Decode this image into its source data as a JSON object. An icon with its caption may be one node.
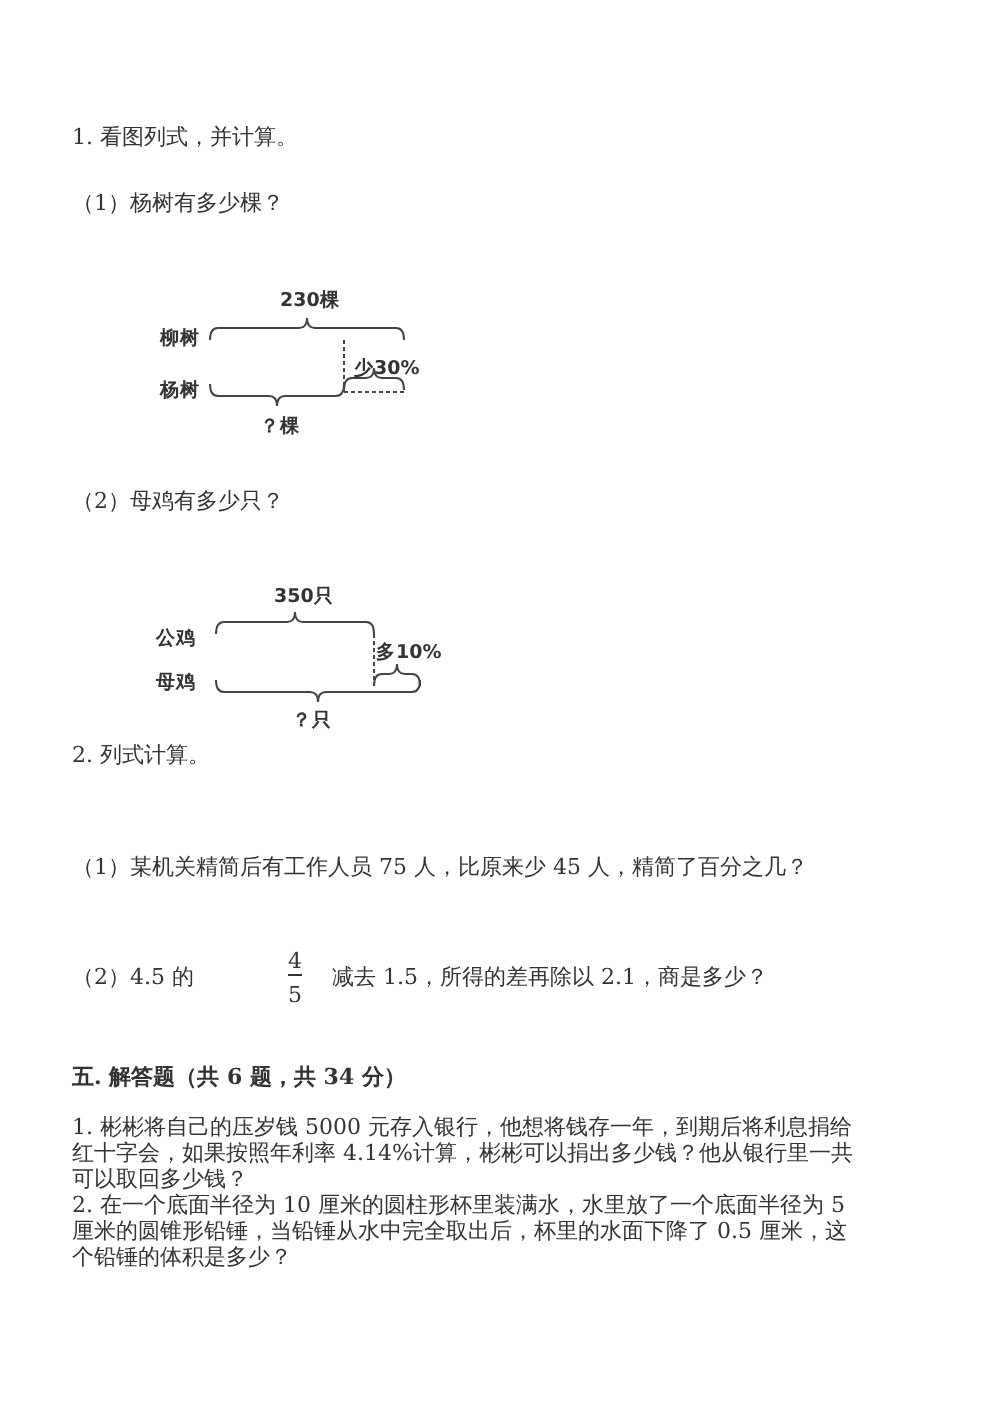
{
  "diagram": {
    "labels": [
      "1. 看图列式，并计算。",
      "（1）杨树有多少棵？",
      "230棵",
      "柳树",
      "少30%",
      "杨树",
      "？棵",
      "（2）母鸡有多少只？",
      "350只",
      "公鸡",
      "多10%",
      "母鸡",
      "？只",
      "2. 列式计算。",
      "（1）某机关精简后有工作人员 75 人，比原来少 45 人，精简了百分之几？",
      "（2）4.5 的",
      "4",
      "5",
      "减去 1.5，所得的差再除以 2.1，商是多少？",
      "五. 解答题（共 6 题，共 34 分）",
      "1. 彬彬将自己的压岁钱 5000 元存入银行，他想将钱存一年，到期后将利息捐给红十字会，如果按照年利率 4.14%计算，彬彬可以捐出多少钱？他从银行里一共可以取回多少钱？",
      "2. 在一个底面半径为 10 厘米的圆柱形杯里装满水，水里放了一个底面半径为 5 厘米的圆锥形铅锤，当铅锤从水中完全取出后，杯里的水面下降了 0.5 厘米，这个铅锤的体积是多少？"
    ]
  }
}
